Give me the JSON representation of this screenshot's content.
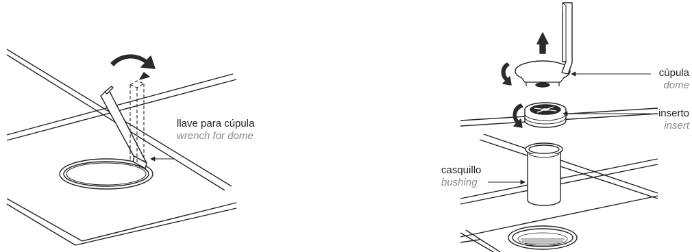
{
  "colors": {
    "line": "#222222",
    "arrow": "#2b2b2b",
    "translation": "#8a8a8a",
    "background": "#ffffff"
  },
  "left_diagram": {
    "wrench_label": {
      "es": "llave para cúpula",
      "en": "wrench for dome"
    }
  },
  "right_diagram": {
    "dome_label": {
      "es": "cúpula",
      "en": "dome"
    },
    "insert_label": {
      "es": "inserto",
      "en": "insert"
    },
    "bushing_label": {
      "es": "casquillo",
      "en": "bushing"
    }
  }
}
